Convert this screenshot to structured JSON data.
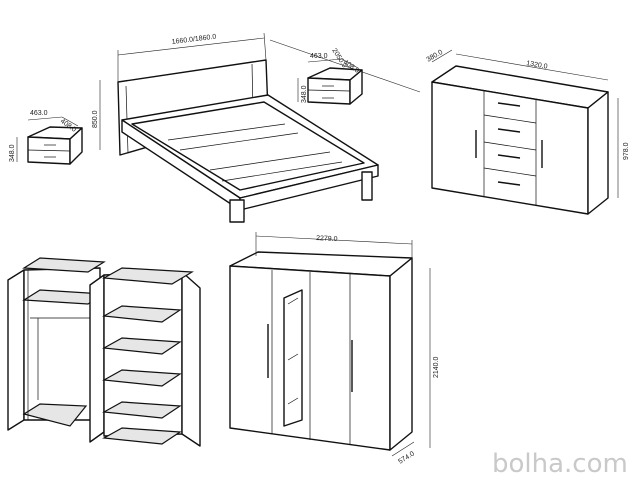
{
  "dimensions": {
    "bed_width": "1660.0/1860.0",
    "bed_length": "2050.0",
    "bed_headboard_height": "850.0",
    "left_nightstand_width": "463.0",
    "left_nightstand_depth": "408.0",
    "left_nightstand_height": "348.0",
    "right_nightstand_width": "463.0",
    "right_nightstand_depth": "408.0",
    "right_nightstand_height": "348.0",
    "sideboard_depth": "380.0",
    "sideboard_width": "1320.0",
    "sideboard_height": "978.0",
    "wardrobe_width": "2279.0",
    "wardrobe_height": "2140.0",
    "wardrobe_depth": "574.0"
  },
  "watermark": "bolha.com"
}
